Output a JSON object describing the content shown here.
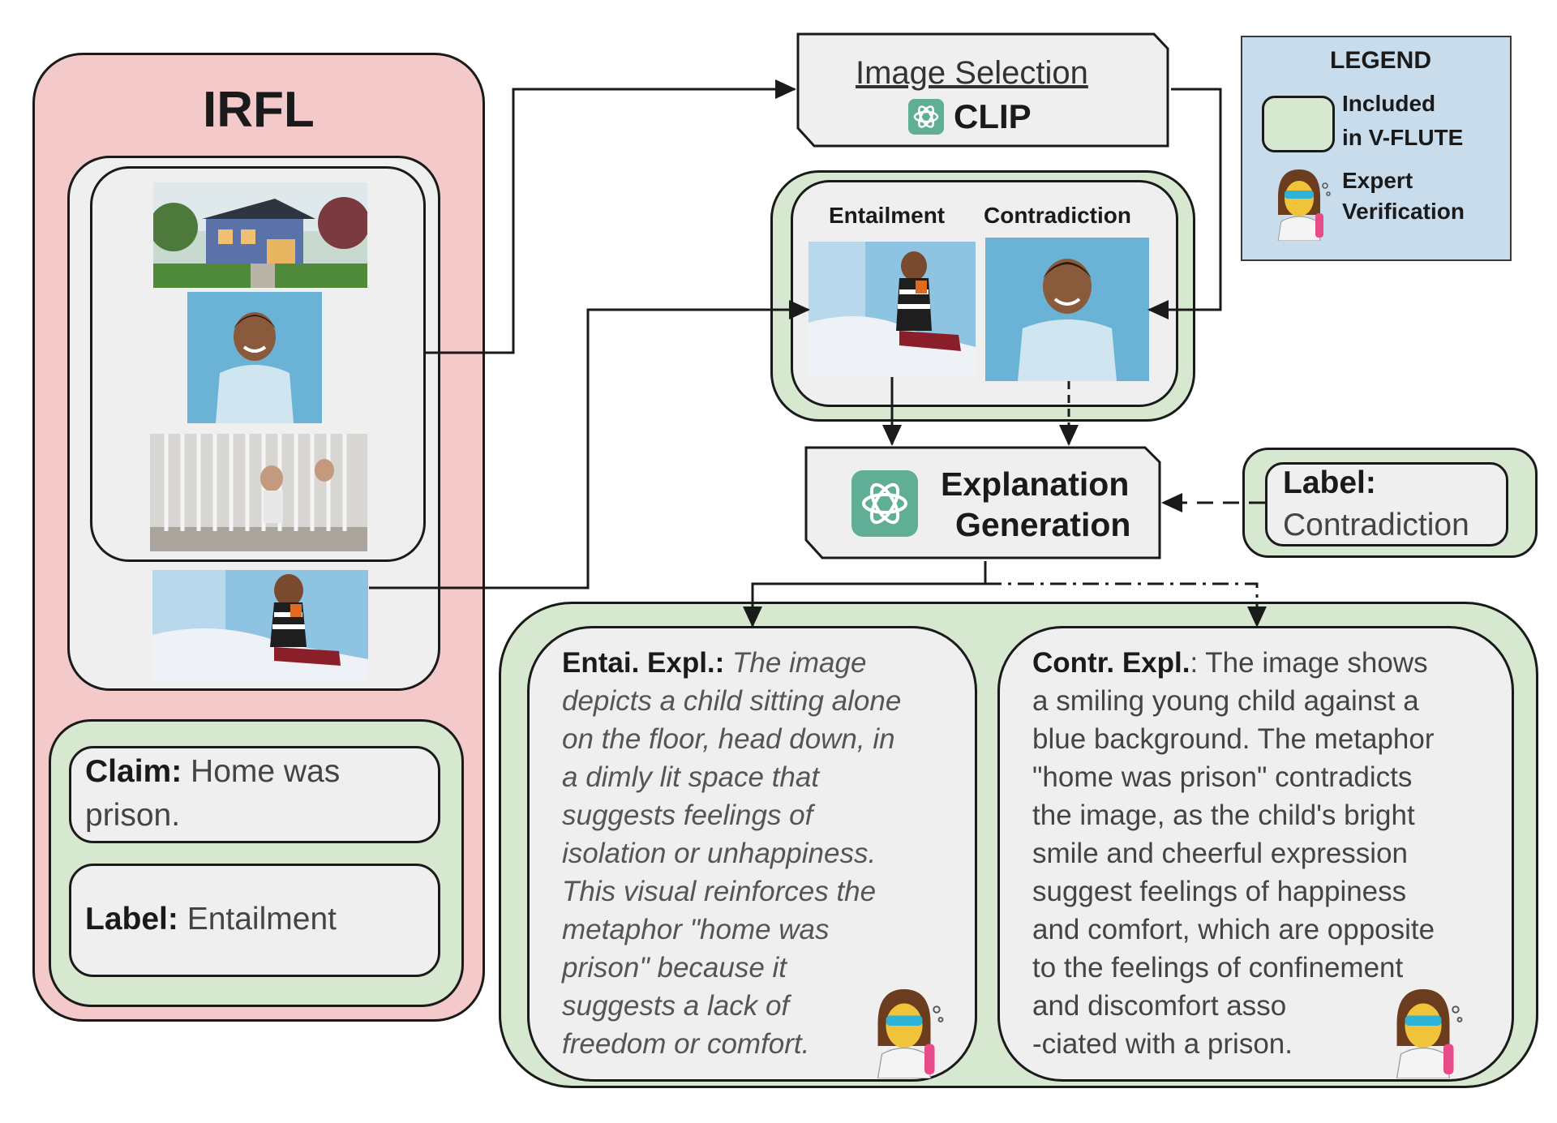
{
  "irfl": {
    "title": "IRFL",
    "claim_label": "Claim:",
    "claim_text_1": "Home was",
    "claim_text_2": "prison.",
    "label_label": "Label:",
    "label_value": "Entailment"
  },
  "image_selection": {
    "title": "Image Selection",
    "model": "CLIP"
  },
  "selected": {
    "entailment_heading": "Entailment",
    "contradiction_heading": "Contradiction"
  },
  "explanation_generation": {
    "line1": "Explanation",
    "line2": "Generation"
  },
  "label_box": {
    "label": "Label:",
    "value": "Contradiction"
  },
  "legend": {
    "title": "LEGEND",
    "included_1": "Included",
    "included_2": "in V-FLUTE",
    "expert_1": "Expert",
    "expert_2": "Verification"
  },
  "entail_expl": {
    "label": "Entai. Expl.:",
    "lines": [
      "The image",
      "depicts a child sitting alone",
      "on the floor, head down, in",
      "a dimly lit space that",
      "suggests feelings of",
      "isolation or unhappiness.",
      "This visual reinforces the",
      "metaphor \"home was",
      "prison\" because it",
      "suggests a lack of",
      "freedom or comfort."
    ]
  },
  "contr_expl": {
    "label": "Contr. Expl.",
    "colon": ":",
    "lines": [
      "The image shows",
      "a smiling young child against a",
      "blue background. The metaphor",
      "\"home was prison\" contradicts",
      "the image, as the child's bright",
      "smile and cheerful expression",
      "suggest feelings of happiness",
      "and comfort, which are opposite",
      "to the feelings of confinement",
      "and discomfort asso",
      "-ciated with a prison."
    ]
  },
  "colors": {
    "irfl_bg": "#f3c9c9",
    "vflute_green": "#d6e8cf",
    "legend_blue": "#c9dcec",
    "openai_teal": "#5fae95"
  },
  "icons": [
    "openai-logo-icon",
    "scientist-icon",
    "house-photo",
    "child-photo",
    "prison-photo",
    "child-bed-photo"
  ]
}
